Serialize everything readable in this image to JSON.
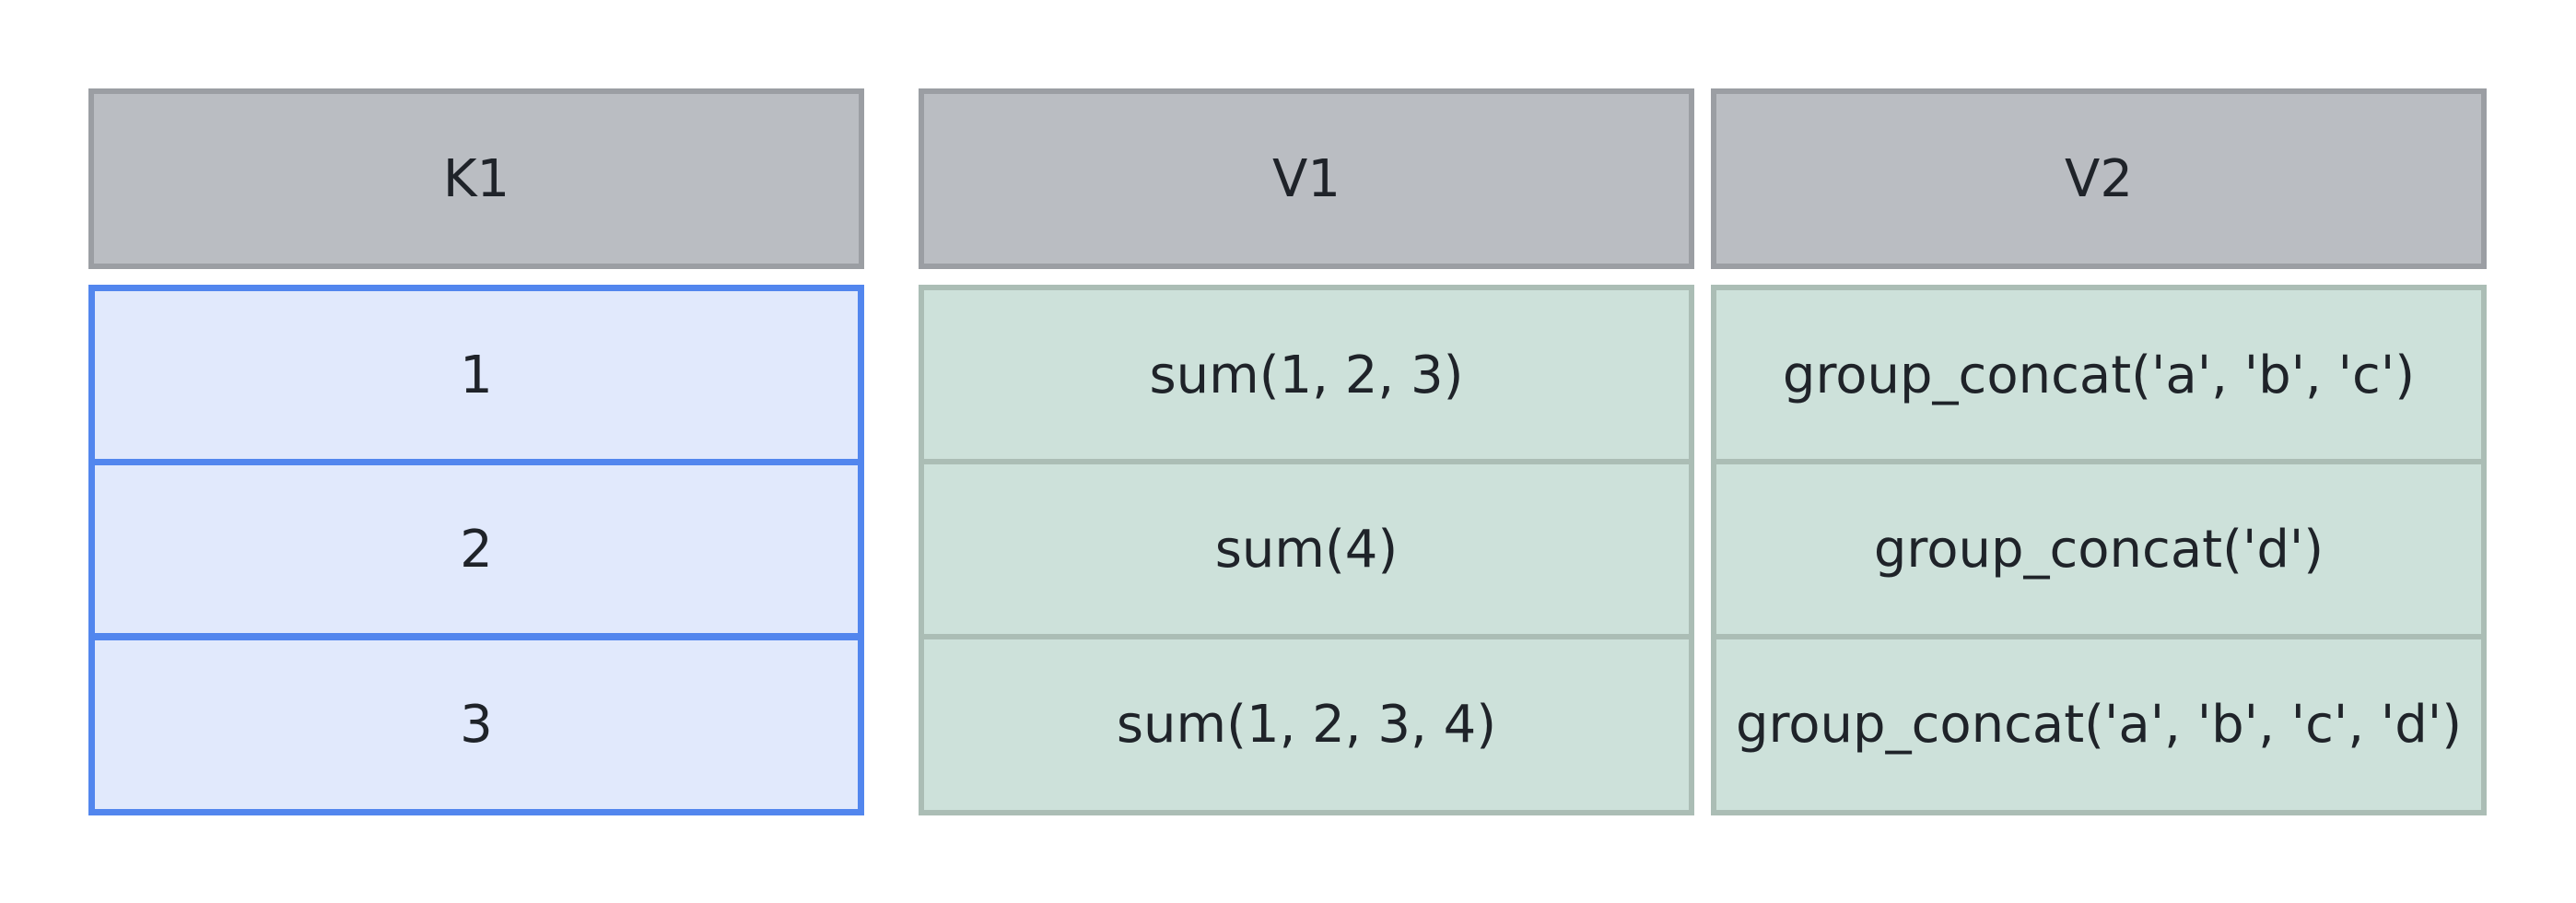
{
  "headers": {
    "k1": "K1",
    "v1": "V1",
    "v2": "V2"
  },
  "rows": [
    {
      "k1": "1",
      "v1": "sum(1, 2, 3)",
      "v2": "group_concat('a', 'b', 'c')"
    },
    {
      "k1": "2",
      "v1": "sum(4)",
      "v2": "group_concat('d')"
    },
    {
      "k1": "3",
      "v1": "sum(1, 2, 3, 4)",
      "v2": "group_concat('a', 'b', 'c', 'd')"
    }
  ],
  "colors": {
    "header_fill": "#babdc2",
    "header_border": "#9b9ea3",
    "key_fill": "#e1e9fc",
    "key_border": "#5286ee",
    "value_fill": "#cde1da",
    "value_border": "#abbdb5"
  }
}
